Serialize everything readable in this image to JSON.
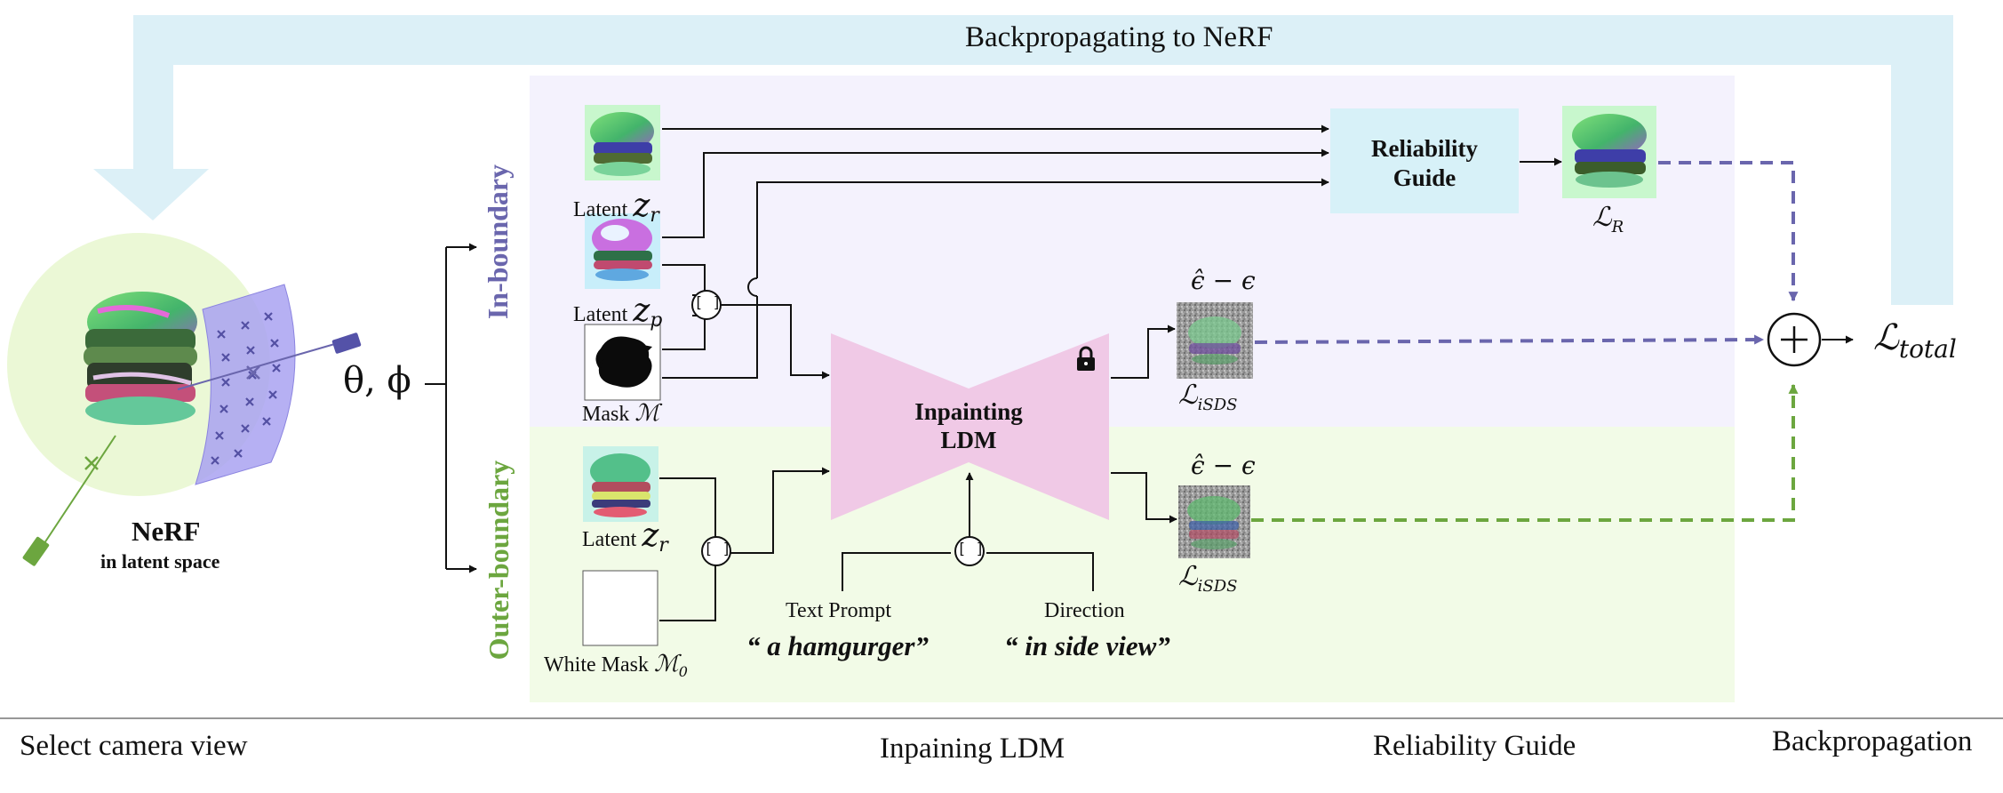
{
  "top": {
    "backprop_label": "Backpropagating to NeRF"
  },
  "nerf": {
    "title": "NeRF",
    "subtitle": "in latent space",
    "pose_symbol": "θ, ϕ"
  },
  "in_boundary": {
    "label": "In-boundary",
    "latent_zr": {
      "label": "Latent",
      "symbol": "z",
      "sub": "r"
    },
    "latent_zp": {
      "label": "Latent",
      "symbol": "z",
      "sub": "p"
    },
    "mask": {
      "label": "Mask",
      "symbol": "ℳ"
    },
    "reliability_guide": {
      "line1": "Reliability",
      "line2": "Guide"
    },
    "loss_r": {
      "symbol": "ℒ",
      "sub": "R"
    },
    "noise_label": "ϵ̂ − ϵ",
    "loss_isds": {
      "symbol": "ℒ",
      "sub": "iSDS"
    }
  },
  "out_boundary": {
    "label": "Outer-boundary",
    "latent_zr": {
      "label": "Latent",
      "symbol": "z",
      "sub": "r"
    },
    "white_mask": {
      "label": "White Mask",
      "symbol": "ℳ",
      "sub": "0"
    },
    "noise_label": "ϵ̂ − ϵ",
    "loss_isds": {
      "symbol": "ℒ",
      "sub": "iSDS"
    }
  },
  "ldm": {
    "line1": "Inpainting",
    "line2": "LDM"
  },
  "prompt": {
    "text_label": "Text Prompt",
    "text_value": "“ a hamgurger”",
    "direction_label": "Direction",
    "direction_value": "“ in side view”"
  },
  "total": {
    "symbol": "ℒ",
    "sub": "total"
  },
  "concat_symbol": "[ ]",
  "bottom": {
    "select_camera": "Select camera view",
    "inpainting_ldm": "Inpaining LDM",
    "reliability_guide": "Reliability Guide",
    "backpropagation": "Backpropagation"
  },
  "colors": {
    "backprop_band": "#dcf0f7",
    "in_boundary_bg": "#f4f2fd",
    "out_boundary_bg": "#f2fbe7",
    "in_boundary_accent": "#6a66ad",
    "out_boundary_accent": "#6ca63f",
    "ldm_fill": "#f0c9e6",
    "guide_fill": "#d7f1f8"
  }
}
